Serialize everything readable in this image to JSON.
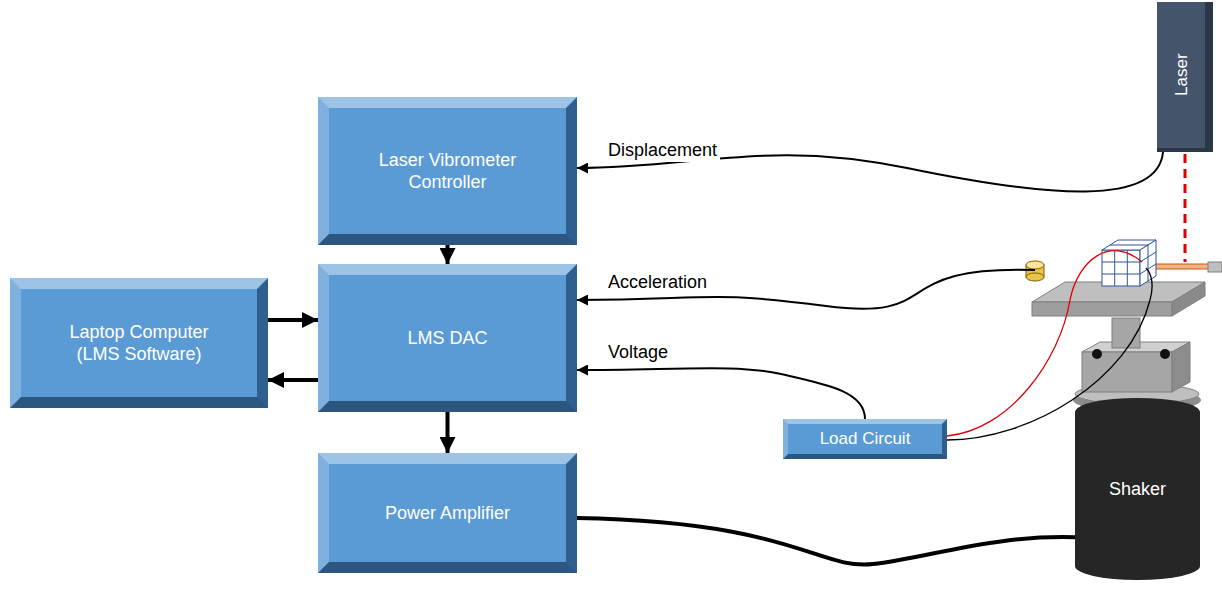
{
  "diagram": {
    "nodes": [
      {
        "text": [
          "Laser Vibrometer Controller"
        ]
      },
      {
        "text": [
          "Laser"
        ]
      },
      {
        "text": [
          "Laptop Computer (LMS Software)"
        ]
      },
      {
        "text": [
          "LMS DAC"
        ]
      },
      {
        "text": [
          "Load Circuit"
        ]
      },
      {
        "text": [
          "Power Amplifier"
        ]
      },
      {
        "text": [
          "Shaker"
        ]
      }
    ],
    "edges": [
      {
        "from": 1,
        "to": 0,
        "label": "Displacement",
        "arrow": "to"
      },
      {
        "from": 0,
        "to": 3,
        "arrow": "to"
      },
      {
        "from": 2,
        "to": 3,
        "arrow": "to"
      },
      {
        "from": 3,
        "to": 2,
        "arrow": "to"
      },
      {
        "from": 6,
        "to": 3,
        "label": "Acceleration",
        "arrow": "to"
      },
      {
        "from": 4,
        "to": 3,
        "label": "Voltage",
        "arrow": "to"
      },
      {
        "from": 3,
        "to": 5,
        "arrow": "to"
      },
      {
        "from": 5,
        "to": 6,
        "arrow": "none"
      }
    ]
  }
}
